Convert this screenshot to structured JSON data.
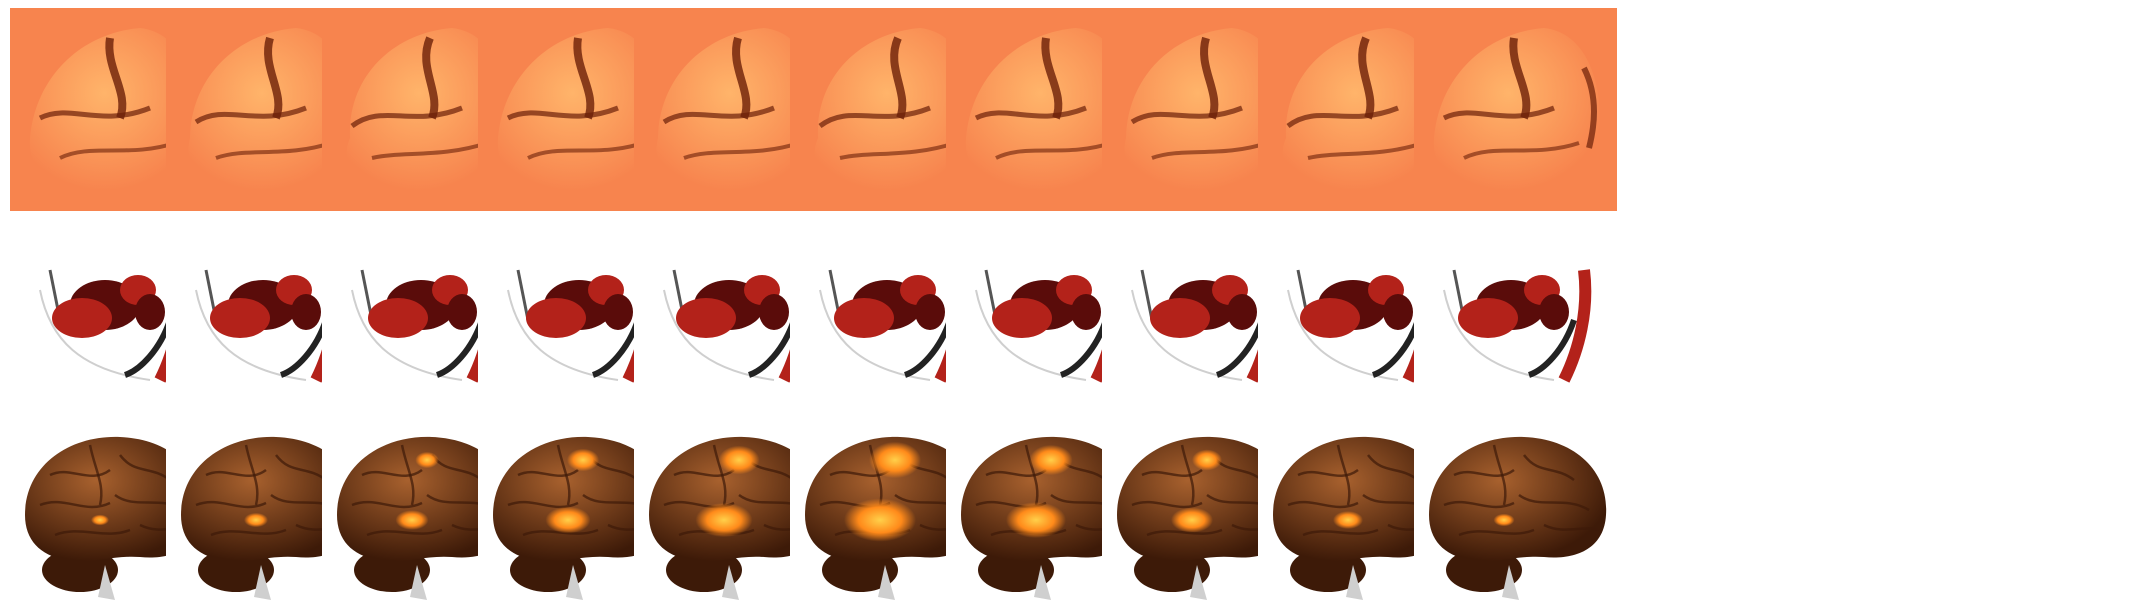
{
  "figure": {
    "rows": [
      {
        "id": "row-1",
        "subject": "volume-render-orange",
        "background_color": "#f7844e",
        "frames": 10
      },
      {
        "id": "row-2",
        "subject": "volume-render-red",
        "background_color": "#ffffff",
        "frames": 10
      },
      {
        "id": "row-3",
        "subject": "brain-render-with-activation",
        "background_color": "#ffffff",
        "frames": 10,
        "activation_levels": [
          0.1,
          0.2,
          0.35,
          0.55,
          0.75,
          1.0,
          0.8,
          0.5,
          0.3,
          0.15
        ]
      }
    ],
    "colors": {
      "orange_bg": "#f7844e",
      "orange_light": "#ffb46a",
      "orange_shadow": "#6b1f08",
      "red_dark": "#5a0c0a",
      "red_mid": "#b3221a",
      "brain_base": "#8a4a22",
      "brain_shadow": "#3d1a08",
      "activation": "#ff8a1a"
    }
  }
}
